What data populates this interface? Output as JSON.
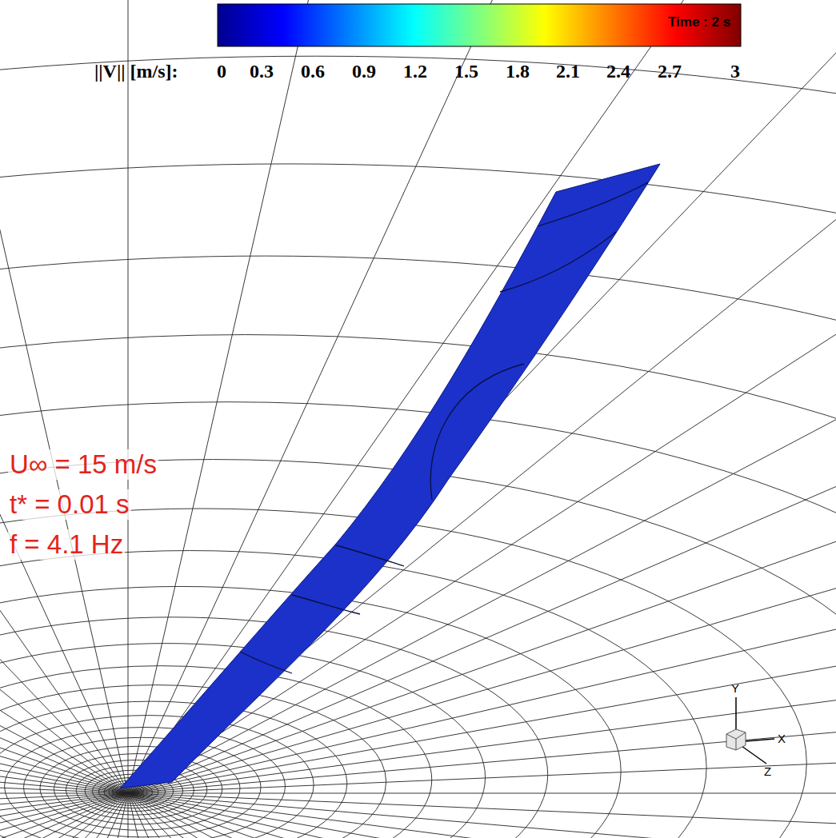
{
  "diagram": {
    "labels": [
      "||V|| [m/s]:",
      "0",
      "0.3",
      "0.6",
      "0.9",
      "1.2",
      "1.5",
      "1.8",
      "2.1",
      "2.4",
      "2.7",
      "3",
      "Time : 2 s",
      "U∞ = 15 m/s",
      "t* = 0.01 s",
      "f = 4.1 Hz",
      "Y",
      "X",
      "Z"
    ]
  }
}
